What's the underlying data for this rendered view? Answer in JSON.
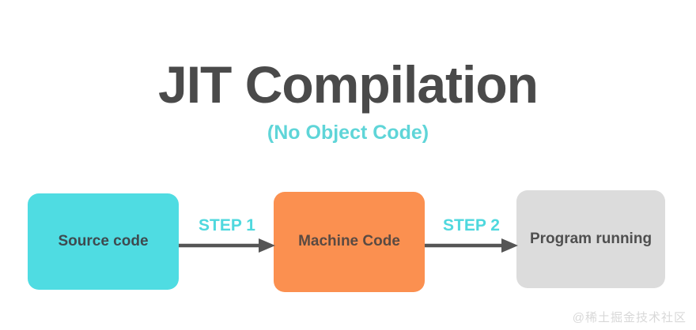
{
  "heading": {
    "title": "JIT Compilation",
    "subtitle": "(No Object Code)"
  },
  "diagram": {
    "type": "flowchart",
    "nodes": [
      {
        "id": "source",
        "label": "Source code",
        "color": "#4fdce2"
      },
      {
        "id": "machine",
        "label": "Machine Code",
        "color": "#fb9050"
      },
      {
        "id": "program",
        "label": "Program running",
        "color": "#dcdcdc"
      }
    ],
    "edges": [
      {
        "id": "edge-1",
        "label": "STEP 1",
        "from": "source",
        "to": "machine",
        "color": "#4fd8de"
      },
      {
        "id": "edge-2",
        "label": "STEP 2",
        "from": "machine",
        "to": "program",
        "color": "#4fd8de"
      }
    ]
  },
  "colors": {
    "title": "#4a4a4a",
    "subtitle": "#5fd5d8",
    "arrow": "#555555",
    "background": "#ffffff"
  },
  "watermark": {
    "text": "@稀土掘金技术社区"
  }
}
